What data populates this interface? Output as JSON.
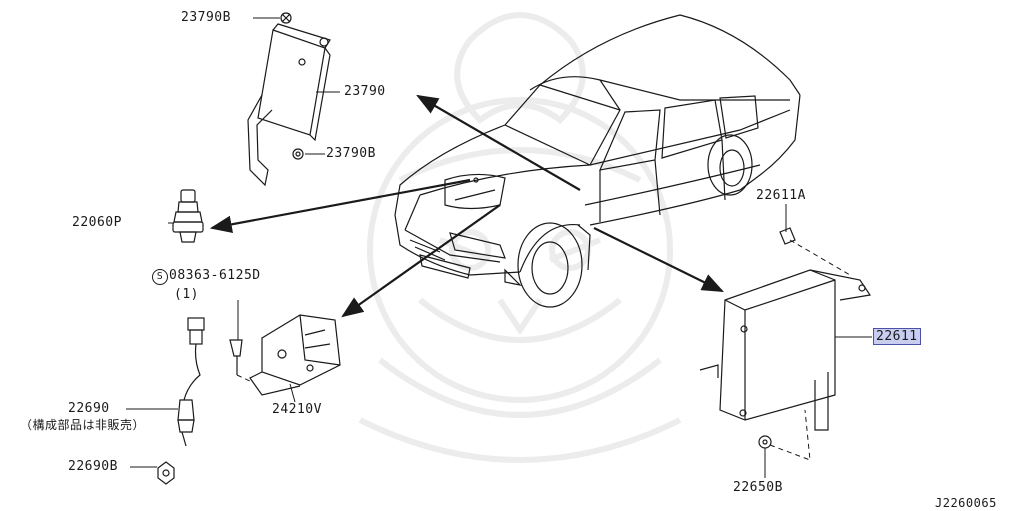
{
  "diagram": {
    "callouts": {
      "c23790b_top": "23790B",
      "c23790": "23790",
      "c23790b_low": "23790B",
      "c22060p": "22060P",
      "c08363_symbol": "S",
      "c08363": "08363-6125D",
      "c08363_qty": "(1)",
      "c22690": "22690",
      "c22690_note": "（構成部品は非販売）",
      "c22690b": "22690B",
      "c24210v": "24210V",
      "c22611a": "22611A",
      "c22611": "22611",
      "c22650b": "22650B",
      "figure_id": "J2260065"
    },
    "colors": {
      "line": "#1a1a1a",
      "watermark": "#eeeeee",
      "highlight_fill": "#c9cdf0",
      "highlight_border": "#4a52a8"
    }
  }
}
